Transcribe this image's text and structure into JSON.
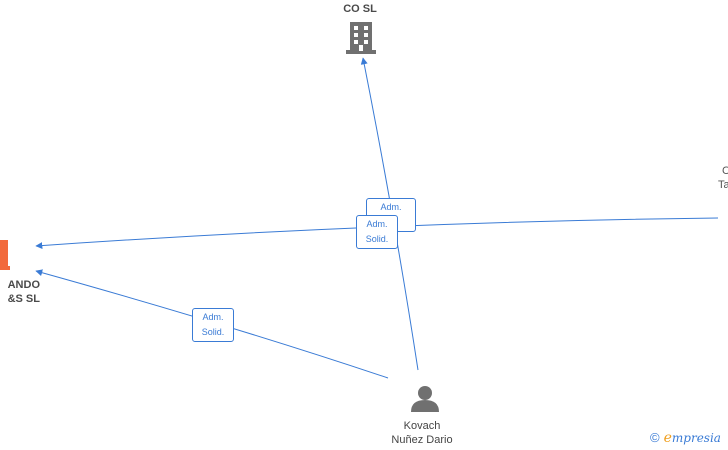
{
  "nodes": {
    "top_company": {
      "label": "CO  SL",
      "color": "#707070"
    },
    "left_company": {
      "line1": "ANDO",
      "line2": "&S  SL",
      "color": "#f26a3c"
    },
    "right_company": {
      "line1": "C",
      "line2": "Ta"
    },
    "person": {
      "line1": "Kovach",
      "line2": "Nuñez Dario",
      "color": "#707070"
    }
  },
  "edges": {
    "adm_top": {
      "line1": "Adm."
    },
    "adm_solid_mid": {
      "line1": "Adm.",
      "line2": "Solid."
    },
    "adm_solid_low": {
      "line1": "Adm.",
      "line2": "Solid."
    }
  },
  "colors": {
    "edge": "#3a7bd5"
  },
  "watermark": {
    "symbol": "©",
    "brand_initial": "e",
    "brand_rest": "mpresia"
  }
}
